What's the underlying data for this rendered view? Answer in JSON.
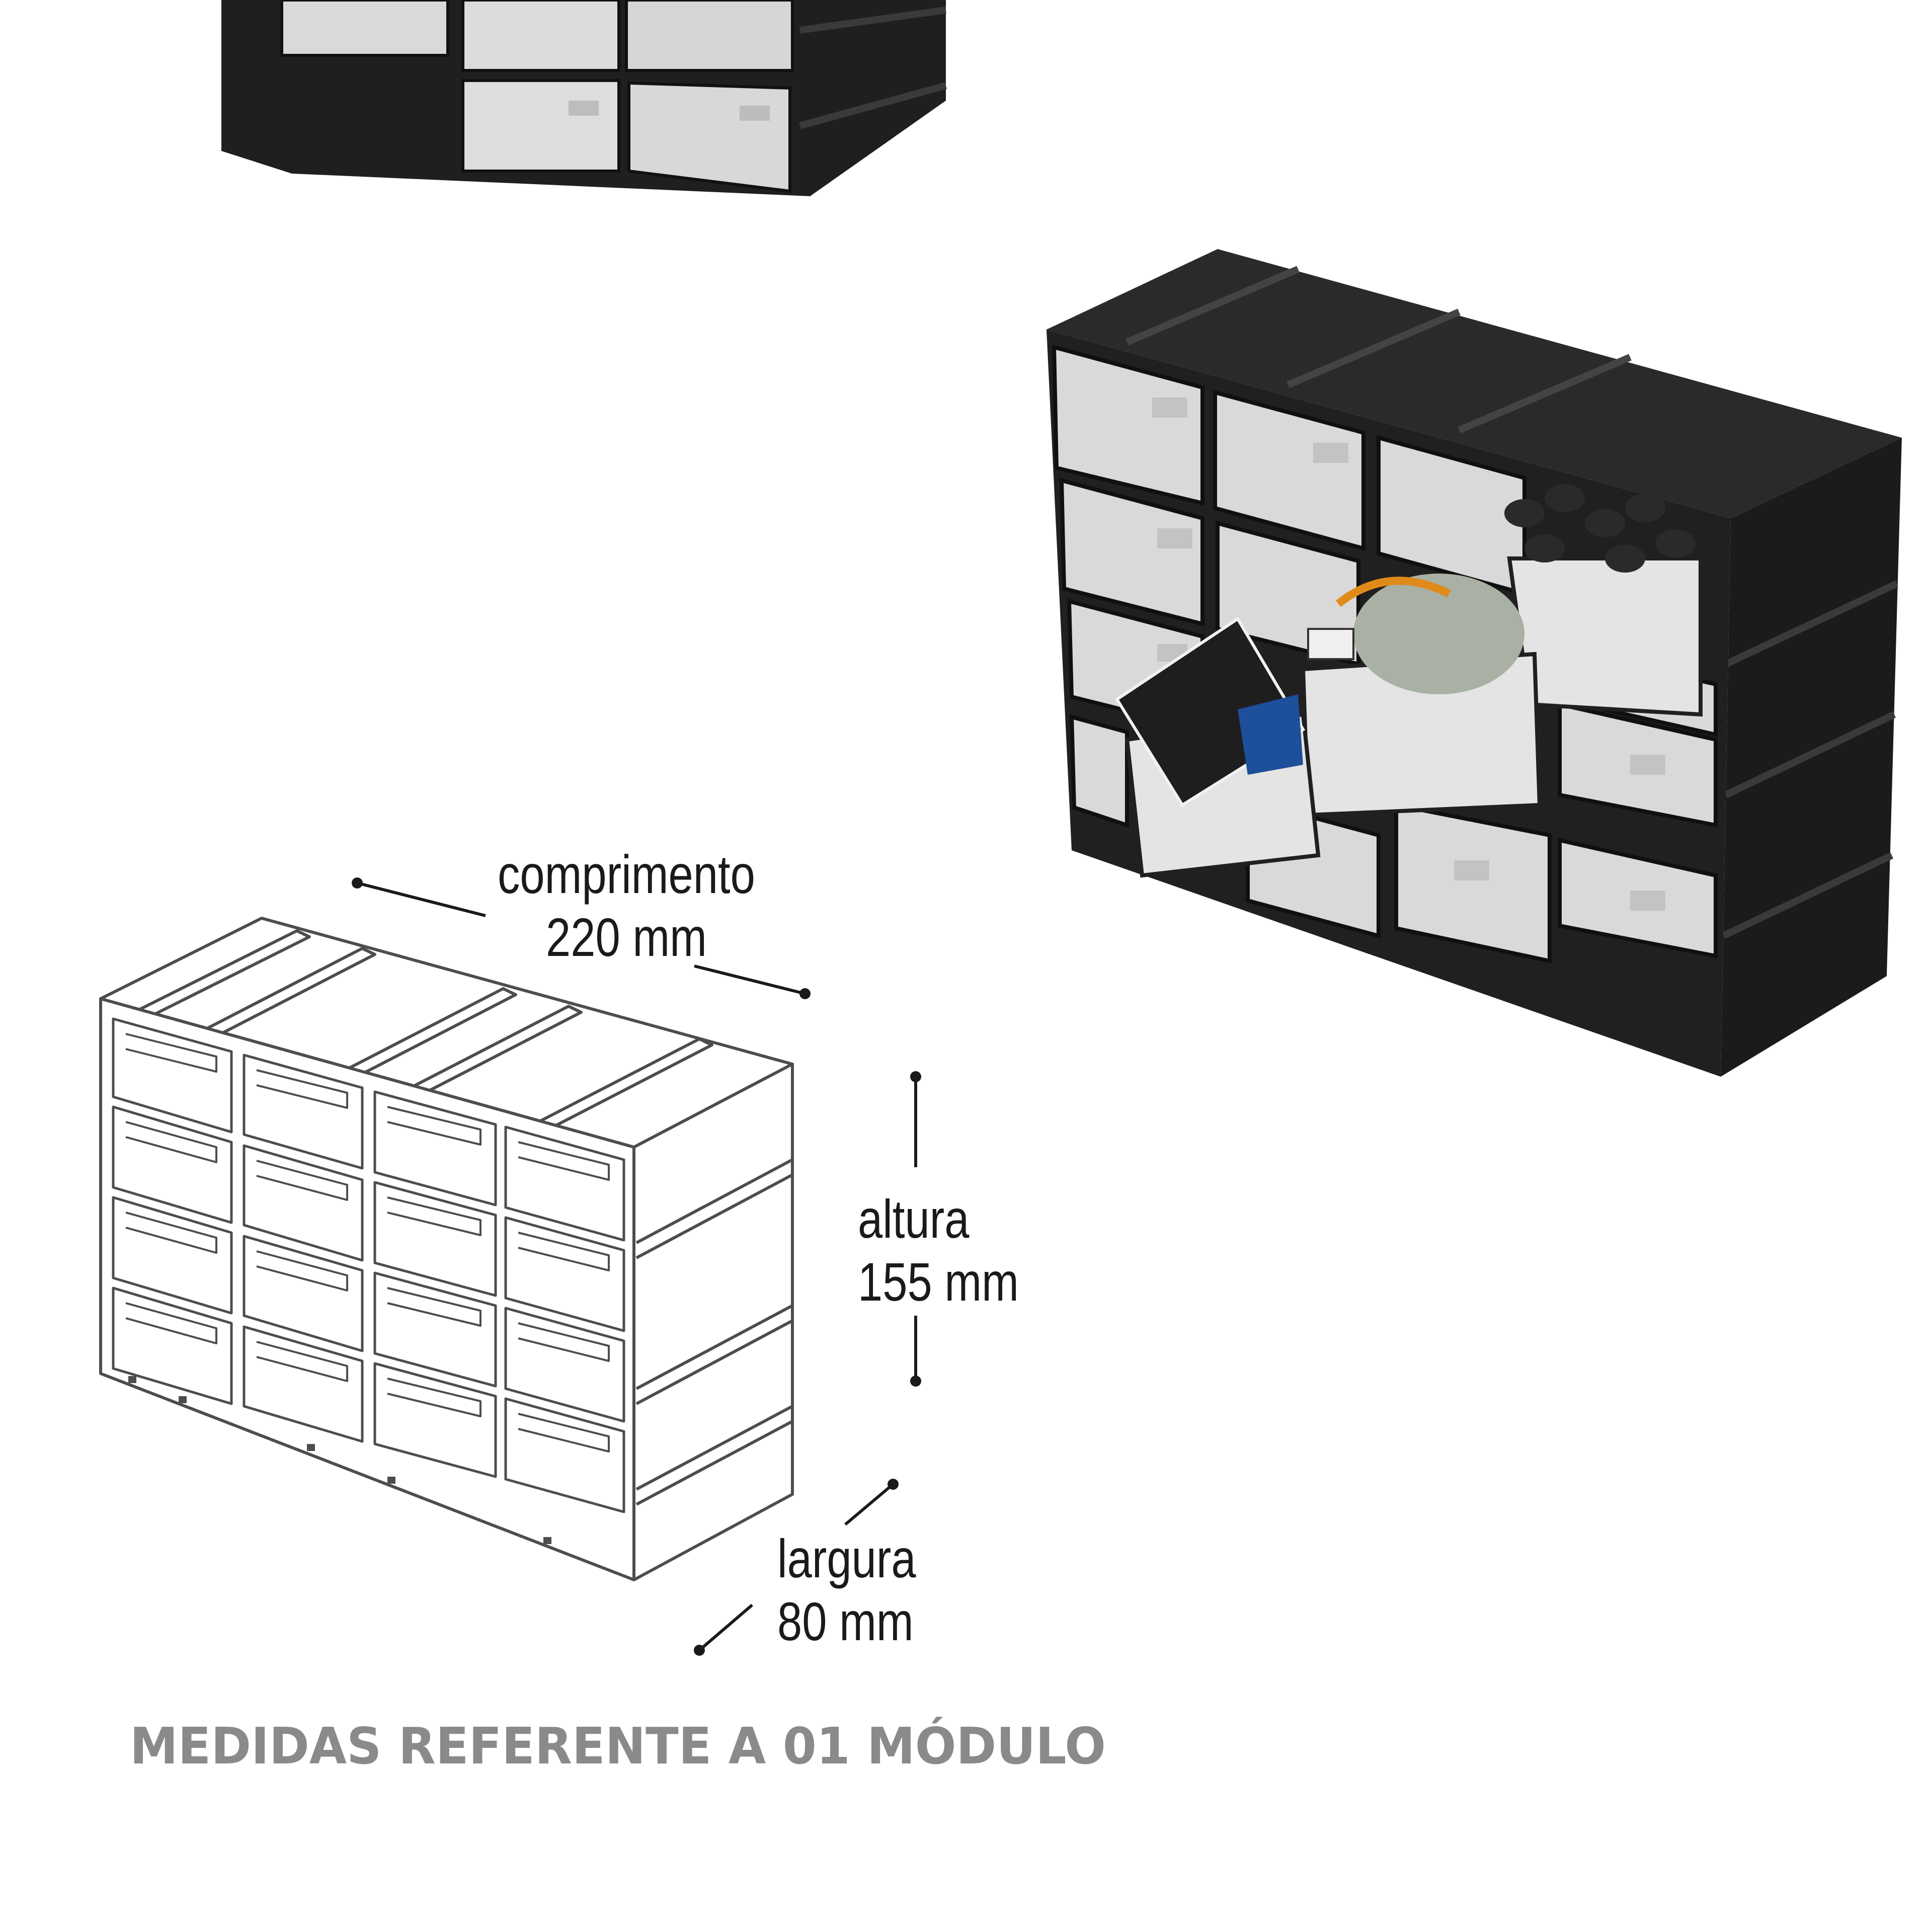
{
  "dimensions": {
    "length": {
      "label": "comprimento",
      "value": "220 mm"
    },
    "height": {
      "label": "altura",
      "value": "155 mm"
    },
    "width": {
      "label": "largura",
      "value": "80 mm"
    }
  },
  "footer": {
    "note": "MEDIDAS REFERENTE A 01 MÓDULO"
  },
  "colors": {
    "cabinet": "#222222",
    "drawer": "#dedede",
    "outline": "#555555",
    "footer": "#8a8a8a"
  }
}
